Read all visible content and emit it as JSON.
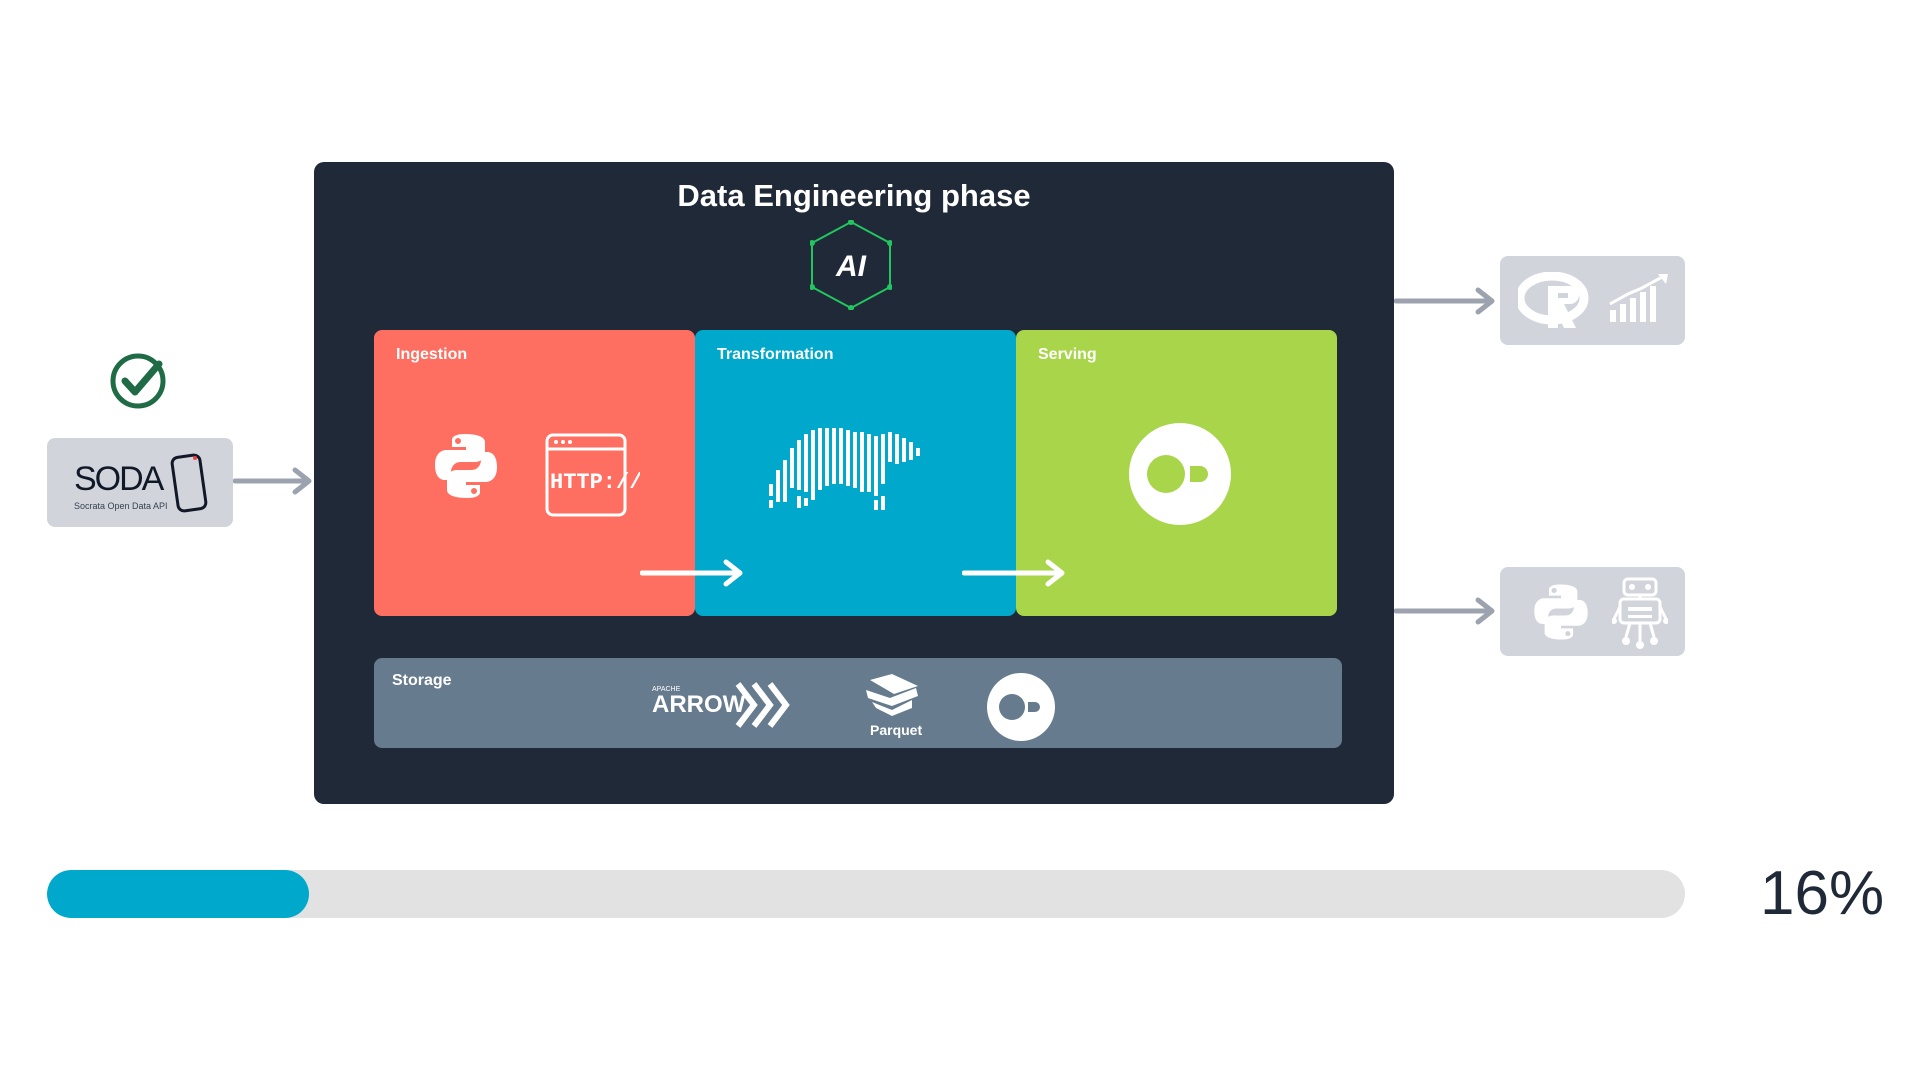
{
  "panel": {
    "title": "Data Engineering phase",
    "badge": "AI"
  },
  "source": {
    "title": "SODA",
    "subtitle": "Socrata Open Data API",
    "status_icon": "check-circle-icon"
  },
  "stages": [
    {
      "label": "Ingestion",
      "color": "#ff6f61",
      "icons": [
        "python-icon",
        "http-icon"
      ],
      "http_text": "HTTP://"
    },
    {
      "label": "Transformation",
      "color": "#00a8cc",
      "icons": [
        "polars-bear-icon"
      ]
    },
    {
      "label": "Serving",
      "color": "#a8d54a",
      "icons": [
        "duckdb-icon"
      ]
    }
  ],
  "storage": {
    "label": "Storage",
    "color": "#667b8e",
    "logos": {
      "arrow_small": "APACHE",
      "arrow": "ARROW",
      "parquet": "Parquet"
    }
  },
  "outputs": [
    {
      "icons": [
        "r-logo-icon",
        "bar-chart-icon"
      ]
    },
    {
      "icons": [
        "python-icon",
        "robot-icon"
      ]
    }
  ],
  "progress": {
    "value": 0.16,
    "label": "16%",
    "color": "#00a8cc"
  }
}
